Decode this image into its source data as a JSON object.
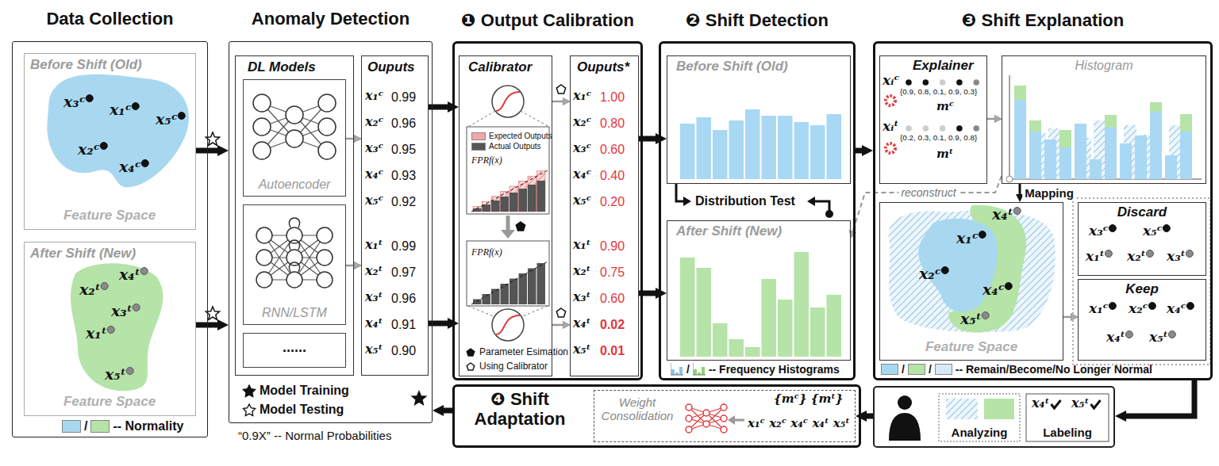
{
  "diagram": {
    "nodes": [
      {
        "text": [
          "Data Collection"
        ]
      },
      {
        "text": [
          "Before Shift (Old)",
          "Feature Space",
          "x₃ᶜ",
          "x₁ᶜ",
          "x₅ᶜ",
          "x₂ᶜ",
          "x₄ᶜ"
        ],
        "in": 0
      },
      {
        "text": [
          "After Shift (New)",
          "Feature Space",
          "x₂ᵗ",
          "x₄ᵗ",
          "x₃ᵗ",
          "x₁ᵗ",
          "x₅ᵗ"
        ],
        "in": 0
      },
      {
        "text": [
          "Anomaly Detection"
        ]
      },
      {
        "text": [
          "DL Models"
        ],
        "in": 3
      },
      {
        "text": [
          "Autoencoder"
        ],
        "in": 4
      },
      {
        "text": [
          "RNN/LSTM"
        ],
        "in": 4
      },
      {
        "text": [
          "......"
        ],
        "in": 4
      },
      {
        "text": [
          "Ouputs",
          "x₁ᶜ",
          "0.99",
          "x₂ᶜ",
          "0.96",
          "x₃ᶜ",
          "0.95",
          "x₄ᶜ",
          "0.93",
          "x₅ᶜ",
          "0.92",
          "x₁ᵗ",
          "0.99",
          "x₂ᵗ",
          "0.97",
          "x₃ᵗ",
          "0.96",
          "x₄ᵗ",
          "0.91",
          "x₅ᵗ",
          "0.90"
        ],
        "in": 3
      },
      {
        "text": [
          "❶ Output Calibration"
        ]
      },
      {
        "text": [
          "Calibrator"
        ],
        "in": 9
      },
      {
        "text": [
          "Ouputs*",
          "x₁ᶜ",
          "1.00",
          "x₂ᶜ",
          "0.80",
          "x₃ᶜ",
          "0.60",
          "x₄ᶜ",
          "0.40",
          "x₅ᶜ",
          "0.20",
          "x₁ᵗ",
          "0.90",
          "x₂ᵗ",
          "0.75",
          "x₃ᵗ",
          "0.60",
          "x₄ᵗ",
          "0.02",
          "x₅ᵗ",
          "0.01"
        ],
        "in": 9
      },
      {
        "text": [
          "❷ Shift Detection"
        ]
      },
      {
        "text": [
          "Before Shift (Old)"
        ],
        "in": 12
      },
      {
        "text": [
          "After Shift (New)"
        ],
        "in": 12
      },
      {
        "text": [
          "❸ Shift Explanation"
        ]
      },
      {
        "text": [
          "Explainer",
          "xᵢᶜ",
          "{0.9, 0.8, 0.1, 0.9, 0.3}",
          "mᶜ",
          "xᵢᵗ",
          "{0.2, 0.3, 0.1, 0.9, 0.8}",
          "mᵗ"
        ],
        "in": 15
      },
      {
        "text": [
          "Histogram"
        ],
        "in": 15
      },
      {
        "text": [
          "Feature Space",
          "x₁ᶜ",
          "x₂ᶜ",
          "x₄ᶜ",
          "x₄ᵗ",
          "x₅ᵗ"
        ],
        "in": 15
      },
      {
        "text": [
          "Discard",
          "x₃ᶜ",
          "x₅ᶜ",
          "x₁ᵗ",
          "x₂ᵗ",
          "x₃ᵗ"
        ],
        "in": 15
      },
      {
        "text": [
          "Keep",
          "x₁ᶜ",
          "x₂ᶜ",
          "x₄ᶜ",
          "x₄ᵗ",
          "x₅ᵗ"
        ],
        "in": 15
      },
      {
        "text": [
          "❹ Shift Adaptation"
        ]
      },
      {
        "text": [
          "Weight Consolidation",
          "{mᶜ} {mᵗ}",
          "x₁ᶜ x₂ᶜ x₄ᶜ x₄ᵗ x₅ᵗ"
        ],
        "in": 21
      },
      {
        "text": [
          "Analyzing",
          "Labeling",
          "x₄ᵗ",
          "x₅ᵗ"
        ]
      }
    ],
    "edges": [
      {
        "from": 1,
        "to": 3,
        "arrow": "to"
      },
      {
        "from": 2,
        "to": 3,
        "arrow": "to"
      },
      {
        "from": 5,
        "to": 8,
        "arrow": "to"
      },
      {
        "from": 6,
        "to": 8,
        "arrow": "to"
      },
      {
        "from": 8,
        "to": 10,
        "arrow": "to"
      },
      {
        "from": 8,
        "to": 10,
        "arrow": "to"
      },
      {
        "from": 10,
        "to": 11,
        "arrow": "to"
      },
      {
        "from": 10,
        "to": 11,
        "arrow": "to"
      },
      {
        "from": 11,
        "to": 13,
        "arrow": "to"
      },
      {
        "from": 11,
        "to": 14,
        "arrow": "to"
      },
      {
        "from": 12,
        "to": 15,
        "arrow": "to"
      },
      {
        "from": 16,
        "to": 17,
        "arrow": "to"
      },
      {
        "from": 17,
        "to": 18,
        "label": "Mapping",
        "arrow": "to"
      },
      {
        "from": 17,
        "to": 14,
        "label": "reconstruct",
        "arrow": "to"
      },
      {
        "from": 18,
        "to": 20,
        "arrow": "to"
      },
      {
        "from": 15,
        "to": 23,
        "arrow": "to"
      },
      {
        "from": 23,
        "to": 22,
        "arrow": "to"
      },
      {
        "from": 21,
        "to": 3,
        "arrow": "to"
      }
    ],
    "labels": [
      "“0.9X” -- Normal Probabilities",
      "FPRf(x)",
      "FPRf(x)",
      "Distribution Test"
    ],
    "legend": [
      {
        "text": "/",
        "color": "#a8d8f0"
      },
      {
        "text": "-- Normality",
        "color": "#b5e3a8"
      },
      {
        "text": "Model Training"
      },
      {
        "text": "Model Testing"
      },
      {
        "text": "Expected Outputs",
        "color": "#f4a6a6"
      },
      {
        "text": "Actual Outputs",
        "color": "#555555"
      },
      {
        "text": "Parameter Esimation"
      },
      {
        "text": "Using Calibrator"
      },
      {
        "text": "/"
      },
      {
        "text": "-- Frequency Histograms"
      },
      {
        "text": "/",
        "color": "#a8d8f0"
      },
      {
        "text": "/",
        "color": "#b5e3a8"
      },
      {
        "text": "-- Remain/Become/No Longer Normal",
        "color": "#d6e9f6"
      }
    ]
  }
}
